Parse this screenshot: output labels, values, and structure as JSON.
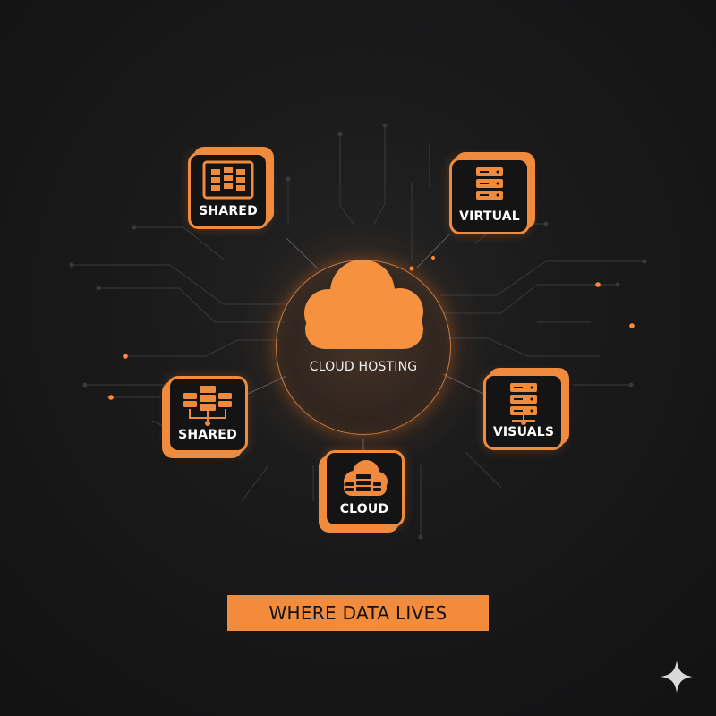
{
  "colors": {
    "background": "#161617",
    "accent": "#f08a3c",
    "card_fill": "#141415",
    "label_text": "#ffffff",
    "banner_text": "#121212"
  },
  "hub": {
    "label": "CLOUD HOSTING",
    "icon": "cloud-icon"
  },
  "cards": [
    {
      "id": "shared-top",
      "label": "SHARED",
      "icon": "server-rack-icon"
    },
    {
      "id": "virtual",
      "label": "VIRTUAL",
      "icon": "server-stack-icon"
    },
    {
      "id": "shared-bottom",
      "label": "SHARED",
      "icon": "server-network-icon"
    },
    {
      "id": "visuals",
      "label": "VISUALS",
      "icon": "server-stack-icon"
    },
    {
      "id": "cloud",
      "label": "CLOUD",
      "icon": "cloud-server-icon"
    }
  ],
  "banner": {
    "text": "WHERE DATA LIVES"
  },
  "decorations": {
    "corner_mark": "sparkle-icon"
  }
}
